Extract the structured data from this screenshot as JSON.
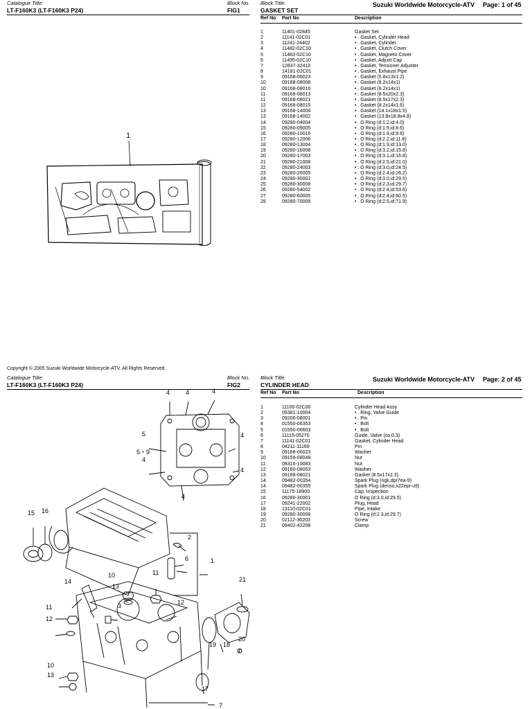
{
  "copyright": "Copyright © 2005  Suzuki Worldwide Motorcycle-ATV.  All Rights Reserved.",
  "pages": [
    {
      "catalogue_label": "Catalogue Title:",
      "catalogue_title": "LT-F160K3 (LT-F160K3 P24)",
      "block_no_label": "Block No.",
      "block_no": "FIG1",
      "block_title_label": "Block Title.",
      "block_title": "GASKET SET",
      "brand": "Suzuki Worldwide Motorcycle-ATV",
      "page": "Page: 1 of 45",
      "col_ref": "Ref No",
      "col_part": "Part No",
      "col_desc": "Description",
      "diagram_callouts": [
        "1"
      ],
      "parts": [
        [
          "1",
          "11401-02845",
          "Gasket Set"
        ],
        [
          "2",
          "11141-02C01",
          "• . Gasket, Cylinder Head"
        ],
        [
          "3",
          "11241-24402",
          "• . Gasket, Cylinder"
        ],
        [
          "4",
          "11482-02C10",
          "• . Gasket, Clutch Cover"
        ],
        [
          "5",
          "11483-02C10",
          "• . Gasket, Magneto Cover"
        ],
        [
          "6",
          "11495-02C10",
          "• . Gasket, Adjust Cap"
        ],
        [
          "7",
          "12837-32410",
          "• . Gasket, Tensioner Adjuster"
        ],
        [
          "8",
          "14181-02C01",
          "• . Gasket, Exhaust Pipe"
        ],
        [
          "9",
          "09168-06023",
          "• . Gasket (5.8x13x1.2)"
        ],
        [
          "10",
          "09168-08008",
          "• . Gasket (8.2x14x1)"
        ],
        [
          "10",
          "09168-08016",
          "• . Gasket (8.2x14x1)"
        ],
        [
          "11",
          "09168-08013",
          "• . Gasket (8.5x20x2.3)"
        ],
        [
          "11",
          "09168-08021",
          "• . Gasket (8.5x17x2.3)"
        ],
        [
          "12",
          "09168-08015",
          "• . Gasket (8.2x14x1.6)"
        ],
        [
          "13",
          "09168-14004",
          "• . Gasket (14.1x18x1.5)"
        ],
        [
          "13",
          "09168-14002",
          "• . Gasket (13.8x18.8x4.8)"
        ],
        [
          "14",
          "09280-04004",
          "• . O Ring (d:1.2,id:4.0)"
        ],
        [
          "15",
          "09280-09005",
          "• . O Ring (d:1.9,id:8.6)"
        ],
        [
          "16",
          "09280-10016",
          "• . O Ring (d:1.9,id:9.8)"
        ],
        [
          "17",
          "09280-12006",
          "• . O Ring (d:2.2,id:11.8)"
        ],
        [
          "18",
          "09280-13004",
          "• . O Ring (d:1.9,id:13.0)"
        ],
        [
          "19",
          "09280-16008",
          "• . O Ring (d:3.2,id:15.8)"
        ],
        [
          "20",
          "09280-17003",
          "• . O Ring (d:3.1,id:16.8)"
        ],
        [
          "21",
          "09280-21008",
          "• . O Ring (d:2.5,id:21.0)"
        ],
        [
          "22",
          "09280-24003",
          "• . O Ring (d:3.0,id:24.5)"
        ],
        [
          "23",
          "09280-26005",
          "• . O Ring (d:2.4,id:26.2)"
        ],
        [
          "24",
          "09280-30001",
          "• . O Ring (d:3.0,id:29.5)"
        ],
        [
          "25",
          "09280-30008",
          "• . O Ring (d:2.3,id:29.7)"
        ],
        [
          "26",
          "09280-54002",
          "• . O Ring (d:2.4,id:53.6)"
        ],
        [
          "27",
          "09280-60005",
          "• . O Ring (d:2.4,id:60.5)"
        ],
        [
          "28",
          "09280-70009",
          "• . O Ring (d:2.5,id:71.9)"
        ]
      ]
    },
    {
      "catalogue_label": "Catalogue Title:",
      "catalogue_title": "LT-F160K3 (LT-F160K3 P24)",
      "block_no_label": "Block No.",
      "block_no": "FIG2",
      "block_title_label": "Block Title.",
      "block_title": "CYLINDER HEAD",
      "brand": "Suzuki Worldwide Motorcycle-ATV",
      "page": "Page: 2 of 45",
      "col_ref": "Ref No",
      "col_part": "Part No",
      "col_desc": "Description",
      "diagram_callouts": [
        "4",
        "4",
        "4",
        "5",
        "4",
        "5・9",
        "4",
        "4",
        "4",
        "15",
        "16",
        "2",
        "6",
        "1",
        "14",
        "10",
        "13",
        "11",
        "12",
        "3",
        "11",
        "12",
        "21",
        "18",
        "20",
        "19",
        "10",
        "13",
        "17",
        "7"
      ],
      "parts": [
        [
          "1",
          "11100-02C00",
          "Cylinder Head Assy"
        ],
        [
          "2",
          "09381-10004",
          "• . Ring, Valve Guide"
        ],
        [
          "3",
          "09206-08001",
          "• . Pin"
        ],
        [
          "4",
          "01550-06353",
          "• . Bolt"
        ],
        [
          "5",
          "01550-06603",
          "• . Bolt"
        ],
        [
          "6",
          "11115-05270",
          "Guide, Valve (os:0.3)"
        ],
        [
          "7",
          "11141-02C01",
          "Gasket, Cylinder Head"
        ],
        [
          "8",
          "04211-11169",
          "Pin"
        ],
        [
          "9",
          "09168-06023",
          "Washer"
        ],
        [
          "10",
          "09159-08049",
          "Nut"
        ],
        [
          "11",
          "08316-10083",
          "Nut"
        ],
        [
          "12",
          "09160-08053",
          "Washer"
        ],
        [
          "13",
          "09168-08021",
          "Gasket (8.5x17x2.3)"
        ],
        [
          "14",
          "09482-00354",
          "Spark Plug (ngk,dpr7ea-9)"
        ],
        [
          "14",
          "09482-00355",
          "Spark Plug (denso,x22epr-u9)"
        ],
        [
          "15",
          "11175-18900",
          "Cap, Inspection"
        ],
        [
          "16",
          "09280-30001",
          "O Ring (d:3.0,id:29.5)"
        ],
        [
          "17",
          "09241-22002",
          "Plug, Head"
        ],
        [
          "18",
          "13110-02C01",
          "Pipe, Intake"
        ],
        [
          "19",
          "09280-30008",
          "O Ring (d:2.3,id:29.7)"
        ],
        [
          "20",
          "02112-36203",
          "Screw"
        ],
        [
          "21",
          "09402-42208",
          "Clamp"
        ]
      ]
    }
  ]
}
